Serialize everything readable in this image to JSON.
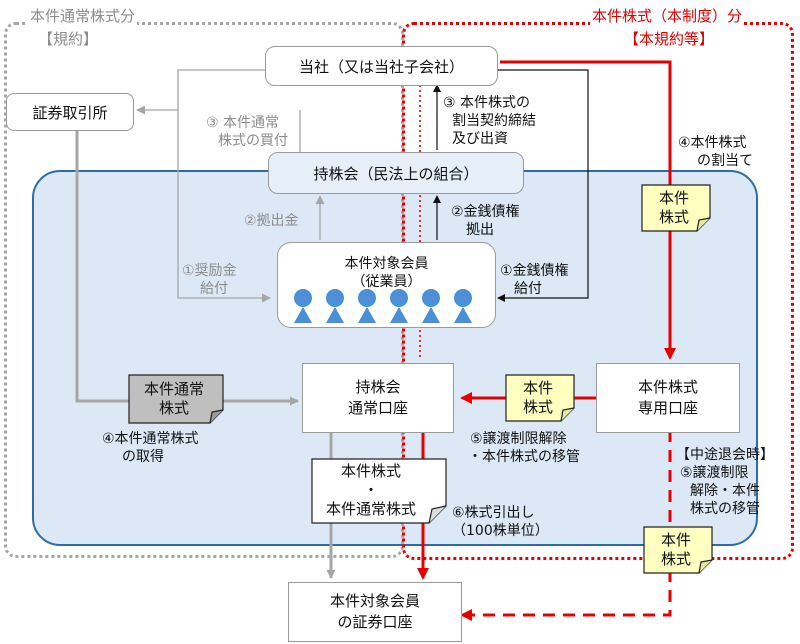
{
  "regions": {
    "left_title": "本件通常株式分",
    "left_subtitle": "【規約】",
    "right_title": "本件株式（本制度）分",
    "right_subtitle": "【本規約等】"
  },
  "boxes": {
    "company": "当社（又は当社子会社）",
    "exchange": "証券取引所",
    "holding_assoc": "持株会（民法上の組合）",
    "members_line1": "本件対象会員",
    "members_line2": "（従業員）",
    "regular_account_line1": "持株会",
    "regular_account_line2": "通常口座",
    "dedicated_account_line1": "本件株式",
    "dedicated_account_line2": "専用口座",
    "securities_account_line1": "本件対象会員",
    "securities_account_line2": "の証券口座",
    "stock_doc_line1": "本件株式",
    "stock_doc_line2": "・",
    "stock_doc_line3": "本件通常株式"
  },
  "docs": {
    "regular_stock_line1": "本件通常",
    "regular_stock_line2": "株式",
    "stock_a_line1": "本件",
    "stock_a_line2": "株式",
    "stock_b_line1": "本件",
    "stock_b_line2": "株式",
    "stock_c_line1": "本件",
    "stock_c_line2": "株式"
  },
  "labels": {
    "step3_purchase_line1": "③ 本件通常",
    "step3_purchase_line2": "株式の買付",
    "step3_contract_line1": "③ 本件株式の",
    "step3_contract_line2": "割当契約締結",
    "step3_contract_line3": "及び出資",
    "step4_allot_line1": "④本件株式",
    "step4_allot_line2": "の割当て",
    "step2_contrib": "②拠出金",
    "step2_claim_line1": "②金銭債権",
    "step2_claim_line2": "拠出",
    "step1_incentive_line1": "①奨励金",
    "step1_incentive_line2": "給付",
    "step1_claim_line1": "①金銭債権",
    "step1_claim_line2": "給付",
    "step4_acquire_line1": "④本件通常株式",
    "step4_acquire_line2": "の取得",
    "step5_transfer_line1": "⑤譲渡制限解除",
    "step5_transfer_line2": "・本件株式の移管",
    "midway_heading": "【中途退会時】",
    "midway_line1": "⑤譲渡制限",
    "midway_line2": "解除・本件",
    "midway_line3": "株式の移管",
    "step6_line1": "⑥株式引出し",
    "step6_line2": "（100株単位）"
  },
  "colors": {
    "red": "#e60000",
    "gray": "#9a9a9a",
    "blue_fill": "#dce8f5",
    "blue_border": "#2e6da4",
    "doc_yellow": "#ffffc0",
    "doc_gray": "#bfbfbf",
    "person_blue": "#4a8fd8"
  }
}
